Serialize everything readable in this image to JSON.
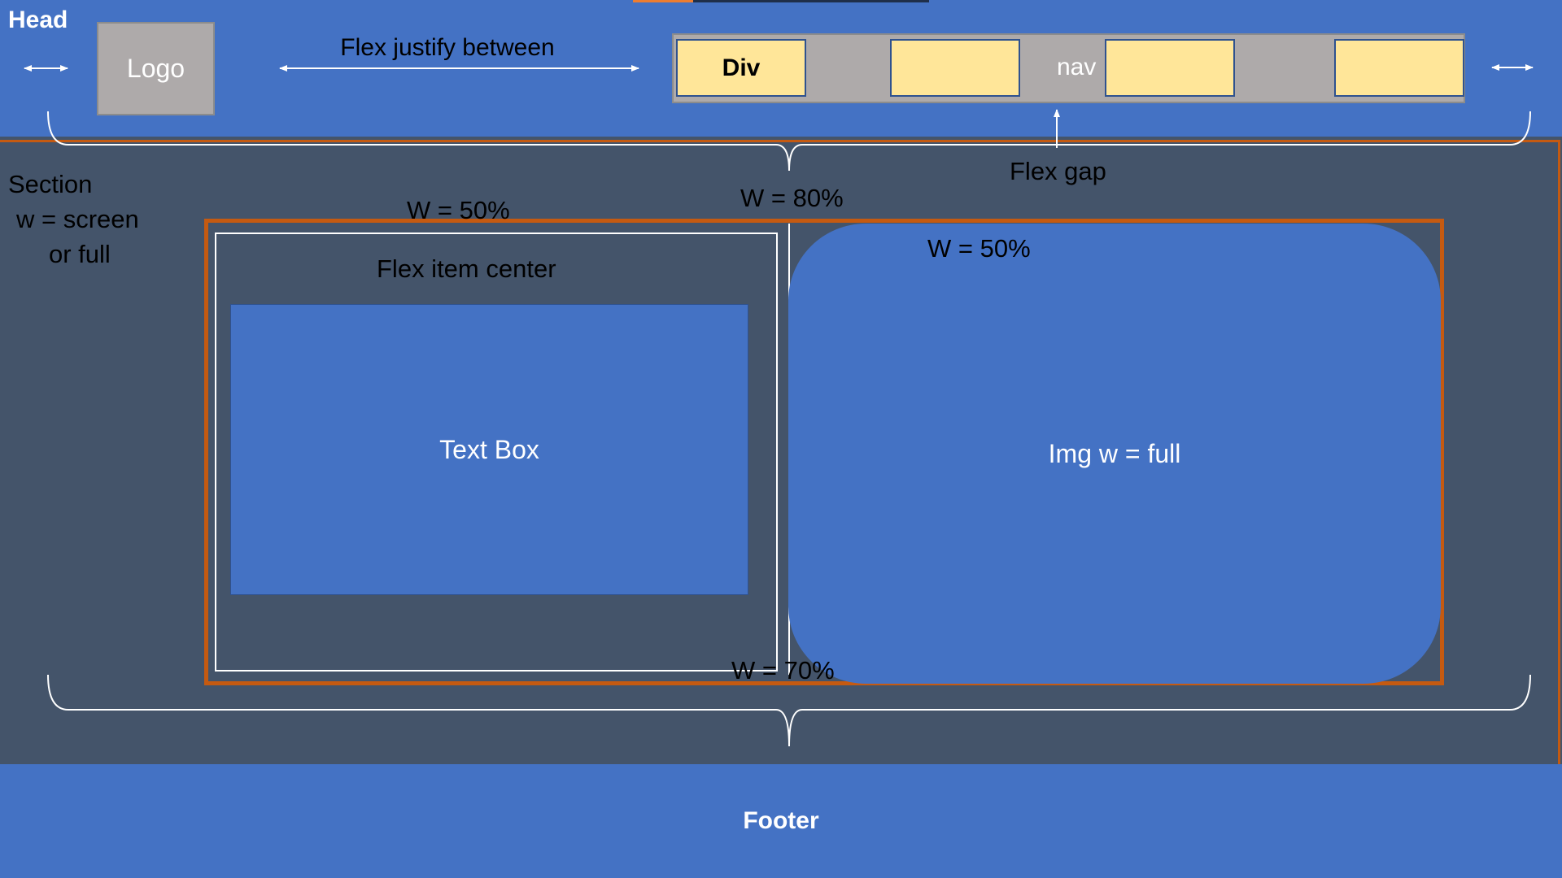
{
  "header": {
    "head_label": "Head",
    "logo_label": "Logo",
    "justify_label": "Flex  justify between",
    "nav": {
      "items": [
        "Div",
        "",
        "",
        ""
      ],
      "label": "nav"
    }
  },
  "section": {
    "label_line1": "Section",
    "label_line2": "w = screen",
    "label_line3": "or  full",
    "flex_gap_label": "Flex gap",
    "container_width_label": "W = 80%",
    "container_bottom_label": "W = 70%",
    "left": {
      "width_label": "W = 50%",
      "center_label": "Flex item center",
      "text_box_label": "Text Box"
    },
    "right": {
      "width_label": "W = 50%",
      "img_label": "Img w = full"
    }
  },
  "footer": {
    "label": "Footer"
  },
  "colors": {
    "header_blue": "#4472c4",
    "section_slate": "#44546a",
    "accent_orange": "#c55a11",
    "nav_gray": "#aeaaaa",
    "nav_item_yellow": "#ffe699",
    "white": "#ffffff"
  }
}
